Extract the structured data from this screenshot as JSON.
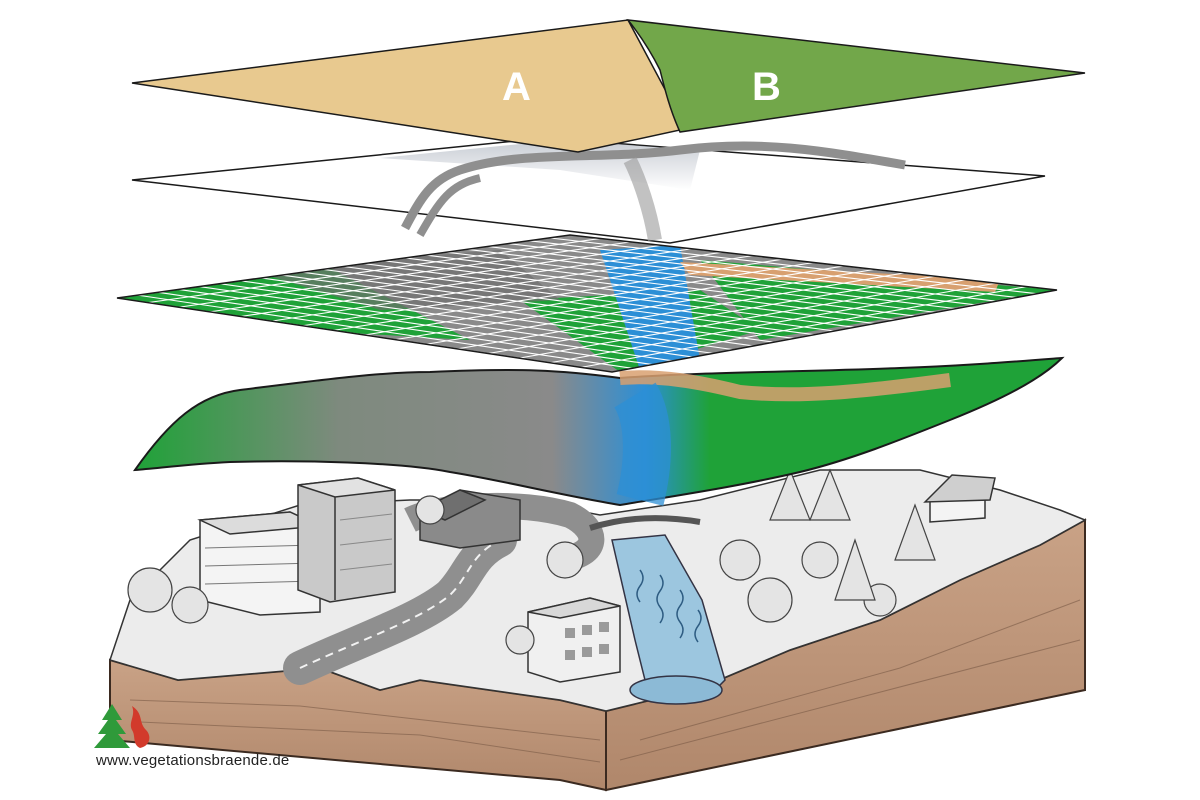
{
  "layers": [
    {
      "id": "zoning",
      "zones": [
        {
          "label": "A",
          "color": "#e8c98f"
        },
        {
          "label": "B",
          "color": "#72a74a"
        }
      ]
    },
    {
      "id": "infrastructure"
    },
    {
      "id": "raster-grid"
    },
    {
      "id": "surface-model"
    },
    {
      "id": "terrain-block"
    }
  ],
  "colors": {
    "vegetation": "#1fa238",
    "water": "#2c8fd6",
    "urban": "#8a8a8a",
    "path": "#d8a070",
    "soil": "#c0977b",
    "road": "#8f8f8f"
  },
  "footer": {
    "url": "www.vegetationsbraende.de"
  }
}
